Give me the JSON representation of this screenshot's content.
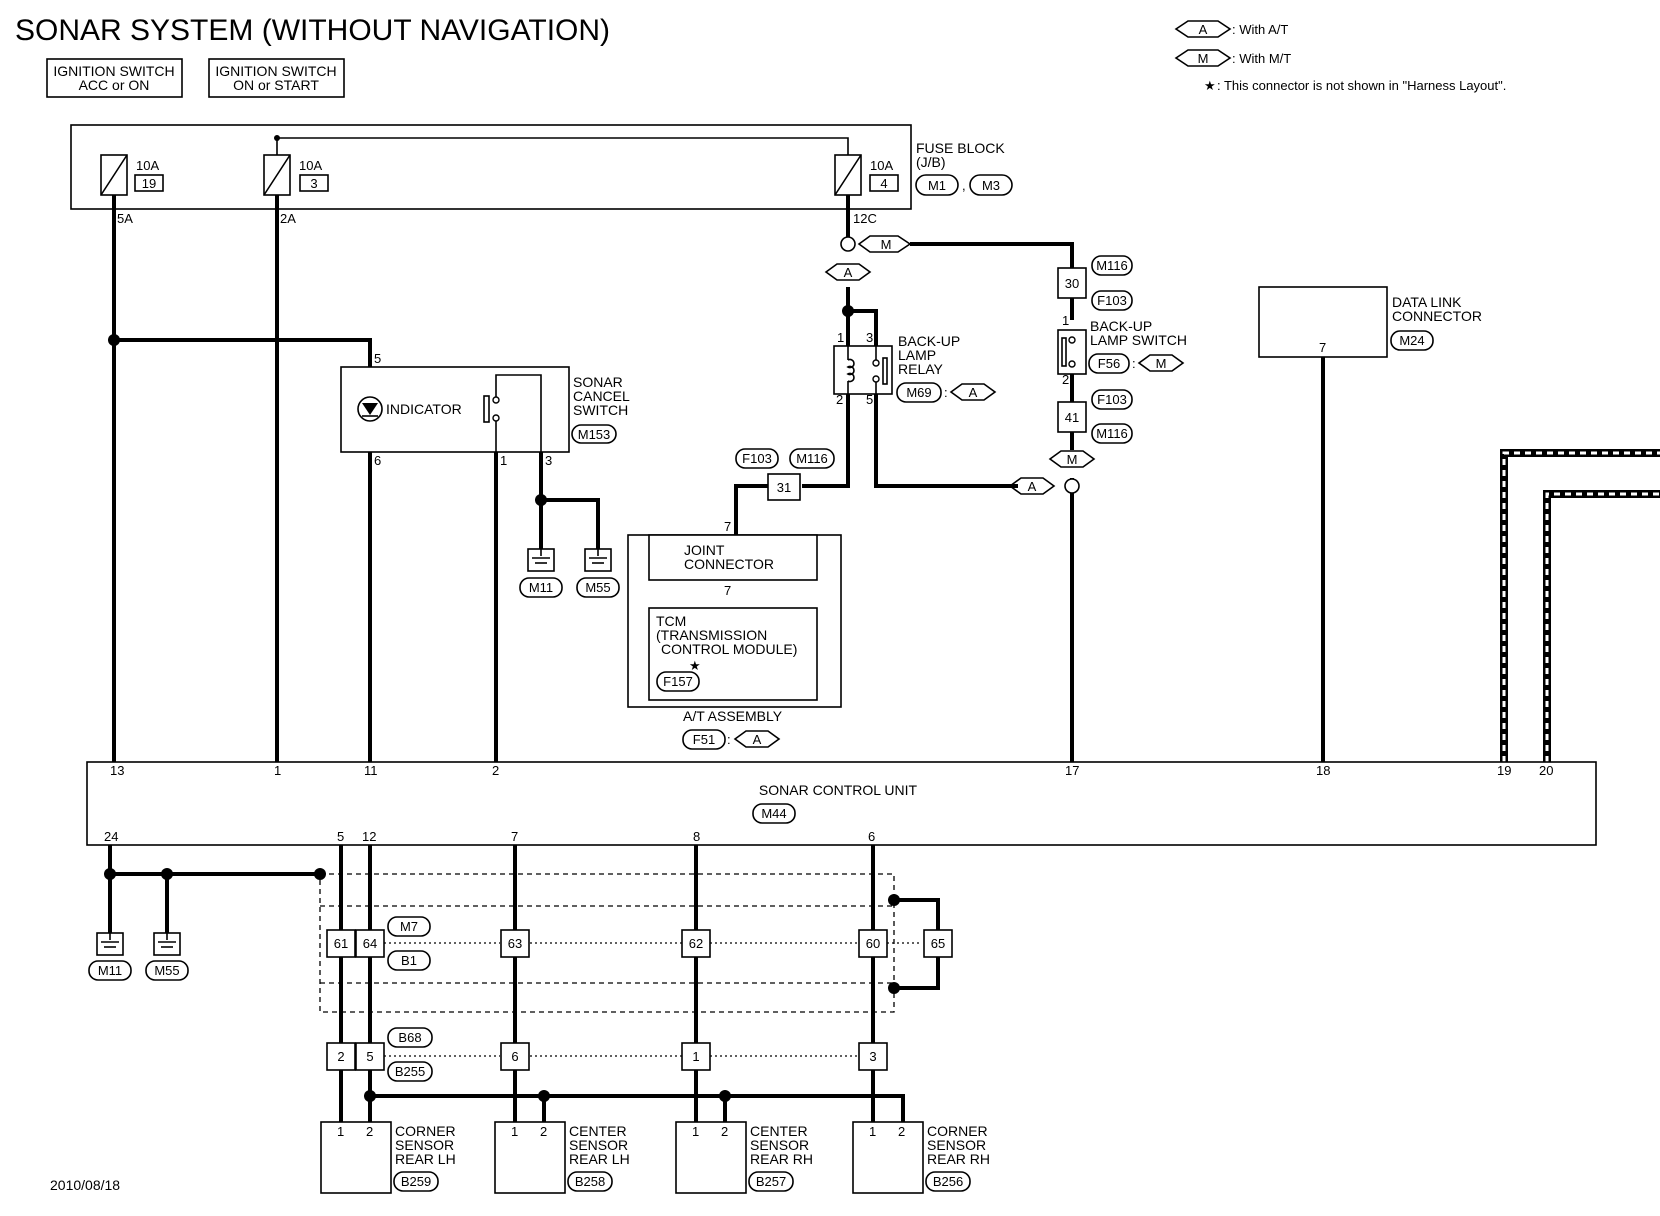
{
  "title": "SONAR SYSTEM (WITHOUT NAVIGATION)",
  "legend": {
    "a_code": "A",
    "a_text": ": With A/T",
    "m_code": "M",
    "m_text": ": With M/T",
    "star": "★",
    "star_text": ": This connector is not shown in \"Harness Layout\"."
  },
  "ign_acc": {
    "line1": "IGNITION SWITCH",
    "line2": "ACC or ON"
  },
  "ign_on": {
    "line1": "IGNITION SWITCH",
    "line2": "ON or START"
  },
  "fuse_block": {
    "label1": "FUSE BLOCK",
    "label2": "(J/B)",
    "conn1": "M1",
    "conn2": "M3",
    "sep": ",",
    "fuses": [
      {
        "amp": "10A",
        "num": "19",
        "pin": "5A"
      },
      {
        "amp": "10A",
        "num": "3",
        "pin": "2A"
      },
      {
        "amp": "10A",
        "num": "4",
        "pin": "12C"
      }
    ]
  },
  "sonar_cancel": {
    "line1": "SONAR",
    "line2": "CANCEL",
    "line3": "SWITCH",
    "conn": "M153",
    "indicator": "INDICATOR",
    "pin5": "5",
    "pin6": "6",
    "pin1": "1",
    "pin3": "3"
  },
  "grounds": {
    "top_m11": "M11",
    "top_m55": "M55",
    "bottom_m11": "M11",
    "bottom_m55": "M55"
  },
  "backup_relay": {
    "line1": "BACK-UP",
    "line2": "LAMP",
    "line3": "RELAY",
    "conn": "M69",
    "variant": "A",
    "pin1": "1",
    "pin3": "3",
    "pin2": "2",
    "pin5": "5"
  },
  "backup_switch": {
    "line1": "BACK-UP",
    "line2": "LAMP SWITCH",
    "conn": "F56",
    "variant": "M",
    "pin1": "1",
    "pin2": "2"
  },
  "route_tags": {
    "m_top": "M",
    "a_top": "A",
    "m_mid": "M",
    "a_mid": "A"
  },
  "inline_30": {
    "num": "30",
    "c1": "M116",
    "c2": "F103"
  },
  "inline_41": {
    "num": "41",
    "c1": "F103",
    "c2": "M116"
  },
  "inline_31": {
    "num": "31",
    "c1": "F103",
    "c2": "M116"
  },
  "joint": {
    "line1": "JOINT",
    "line2": "CONNECTOR",
    "pin_top": "7",
    "pin_bot": "7"
  },
  "tcm": {
    "line1": "TCM",
    "line2": "(TRANSMISSION",
    "line3": "CONTROL MODULE)",
    "conn": "F157",
    "star": "★"
  },
  "at_assembly": {
    "label": "A/T ASSEMBLY",
    "conn": "F51",
    "variant": "A"
  },
  "data_link": {
    "line1": "DATA LINK",
    "line2": "CONNECTOR",
    "conn": "M24",
    "pin": "7"
  },
  "scu": {
    "label": "SONAR CONTROL UNIT",
    "conn": "M44",
    "top_pins": [
      "13",
      "1",
      "11",
      "2",
      "17",
      "18",
      "19",
      "20"
    ],
    "bottom_pins": [
      "24",
      "5",
      "12",
      "7",
      "8",
      "6"
    ]
  },
  "harness1": {
    "c1": "M7",
    "c2": "B1",
    "terms": [
      "61",
      "64",
      "63",
      "62",
      "60",
      "65"
    ]
  },
  "harness2": {
    "c1": "B68",
    "c2": "B255",
    "terms": [
      "2",
      "5",
      "6",
      "1",
      "3"
    ]
  },
  "sensors": [
    {
      "l1": "CORNER",
      "l2": "SENSOR",
      "l3": "REAR LH",
      "conn": "B259",
      "p1": "1",
      "p2": "2"
    },
    {
      "l1": "CENTER",
      "l2": "SENSOR",
      "l3": "REAR LH",
      "conn": "B258",
      "p1": "1",
      "p2": "2"
    },
    {
      "l1": "CENTER",
      "l2": "SENSOR",
      "l3": "REAR RH",
      "conn": "B257",
      "p1": "1",
      "p2": "2"
    },
    {
      "l1": "CORNER",
      "l2": "SENSOR",
      "l3": "REAR RH",
      "conn": "B256",
      "p1": "1",
      "p2": "2"
    }
  ],
  "date": "2010/08/18"
}
